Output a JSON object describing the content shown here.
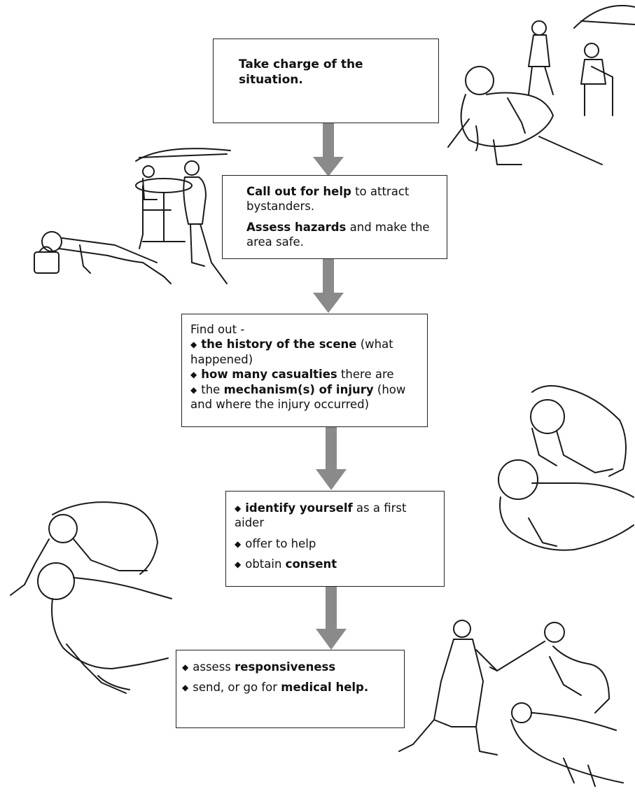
{
  "steps": [
    {
      "lines": [
        {
          "segments": [
            {
              "text": "Take charge of the situation.",
              "bold": true
            }
          ]
        }
      ]
    },
    {
      "lines": [
        {
          "segments": [
            {
              "text": "Call out for help",
              "bold": true
            },
            {
              "text": " to attract bystanders."
            }
          ]
        },
        {
          "segments": [
            {
              "text": "Assess hazards",
              "bold": true
            },
            {
              "text": " and make the area safe."
            }
          ]
        }
      ]
    },
    {
      "lines": [
        {
          "segments": [
            {
              "text": "Find out -"
            }
          ]
        },
        {
          "bullet": true,
          "segments": [
            {
              "text": "the history of the scene",
              "bold": true
            },
            {
              "text": " (what happened)"
            }
          ]
        },
        {
          "bullet": true,
          "segments": [
            {
              "text": "how many casualties",
              "bold": true
            },
            {
              "text": " there are"
            }
          ]
        },
        {
          "bullet": true,
          "segments": [
            {
              "text": "the "
            },
            {
              "text": "mechanism(s) of injury",
              "bold": true
            },
            {
              "text": " (how and where the injury occurred)"
            }
          ]
        }
      ]
    },
    {
      "lines": [
        {
          "bullet": true,
          "segments": [
            {
              "text": "identify yourself",
              "bold": true
            },
            {
              "text": " as a first aider"
            }
          ]
        },
        {
          "bullet": true,
          "segments": [
            {
              "text": "offer to help"
            }
          ]
        },
        {
          "bullet": true,
          "segments": [
            {
              "text": "obtain "
            },
            {
              "text": "consent",
              "bold": true
            }
          ]
        }
      ]
    },
    {
      "lines": [
        {
          "bullet": true,
          "segments": [
            {
              "text": "assess "
            },
            {
              "text": "responsiveness",
              "bold": true
            }
          ]
        },
        {
          "bullet": true,
          "segments": [
            {
              "text": "send, or go for "
            },
            {
              "text": "medical help.",
              "bold": true
            }
          ]
        }
      ]
    }
  ],
  "colors": {
    "arrow": "#8a8a8a",
    "border": "#222222",
    "ink": "#1a1a1a"
  },
  "illustrations": [
    "collapsed-woman-with-man-at-table-illustration",
    "man-at-table-and-person-lying-on-ground-illustration",
    "first-aider-kneeling-over-casualty-illustration",
    "first-aider-leaning-over-casualty-illustration",
    "first-aider-pointing-and-casualty-illustration"
  ]
}
